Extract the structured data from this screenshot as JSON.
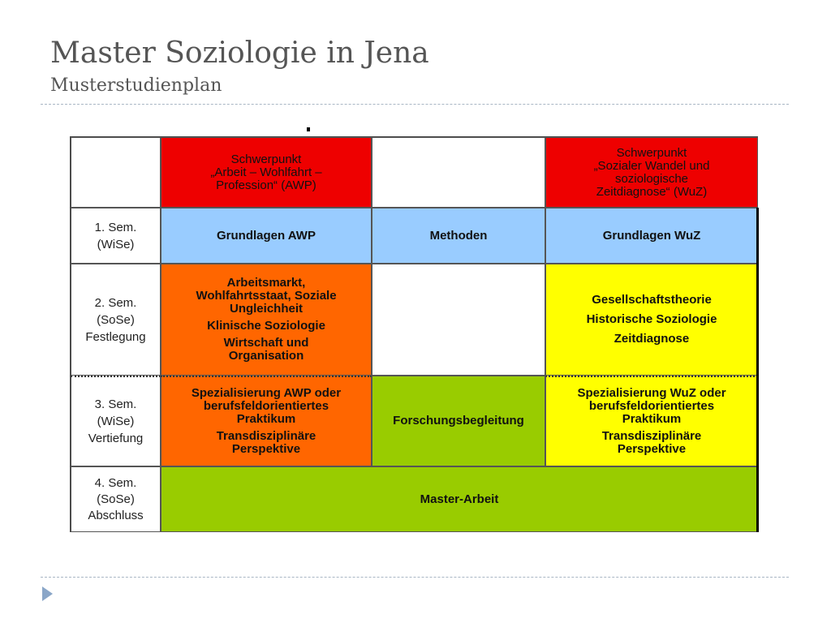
{
  "slide": {
    "title": "Master Soziologie in Jena",
    "subtitle": "Musterstudienplan"
  },
  "table": {
    "header": {
      "awp": [
        "Schwerpunkt",
        "„Arbeit – Wohlfahrt –",
        "Profession“ (AWP)"
      ],
      "wuz": [
        "Schwerpunkt",
        "„Sozialer Wandel und",
        "soziologische",
        "Zeitdiagnose“ (WuZ)"
      ]
    },
    "rows": [
      {
        "semester": [
          "1. Sem.",
          "(WiSe)"
        ],
        "awp": "Grundlagen AWP",
        "methods": "Methoden",
        "wuz": "Grundlagen WuZ"
      },
      {
        "semester": [
          "2. Sem.",
          "(SoSe)",
          "Festlegung"
        ],
        "awp": [
          "Arbeitsmarkt,",
          "Wohlfahrtsstaat, Soziale",
          "Ungleichheit",
          "Klinische Soziologie",
          "Wirtschaft und",
          "Organisation"
        ],
        "wuz": [
          "Gesellschaftstheorie",
          "Historische Soziologie",
          "Zeitdiagnose"
        ]
      },
      {
        "semester": [
          "3. Sem.",
          "(WiSe)",
          "Vertiefung"
        ],
        "awp": [
          "Spezialisierung AWP oder",
          "berufsfeldorientiertes",
          "Praktikum",
          "Transdisziplinäre",
          "Perspektive"
        ],
        "methods": "Forschungsbegleitung",
        "wuz": [
          "Spezialisierung WuZ oder",
          "berufsfeldorientiertes",
          "Praktikum",
          "Transdisziplinäre",
          "Perspektive"
        ]
      },
      {
        "semester": [
          "4. Sem.",
          "(SoSe)",
          "Abschluss"
        ],
        "thesis": "Master-Arbeit"
      }
    ]
  },
  "colors": {
    "focus_header": "#ee0000",
    "basics": "#99ccff",
    "awp_block": "#ff6600",
    "wuz_block": "#ffff00",
    "research": "#99cc00"
  },
  "icons": {
    "nav": "triangle-right-icon"
  }
}
